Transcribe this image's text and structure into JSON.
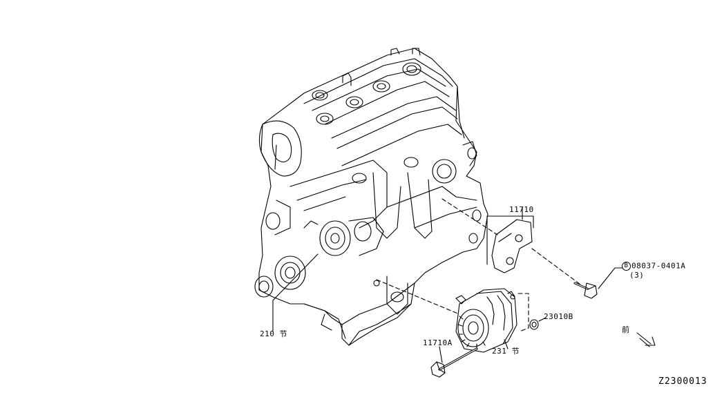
{
  "colors": {
    "line": "#000000",
    "background": "#ffffff"
  },
  "parts": {
    "bracket": "11710",
    "bolt_code": "B",
    "bolt_number": "08037-0401A",
    "bolt_qty": "(3)",
    "washer": "23010B",
    "alternator": "231 节",
    "mount_bolt": "11710A",
    "engine_ref": "210 节"
  },
  "front_label": "前",
  "front_arrow_icon": "front-direction-arrow-icon",
  "diagram_ref": "Z2300013"
}
